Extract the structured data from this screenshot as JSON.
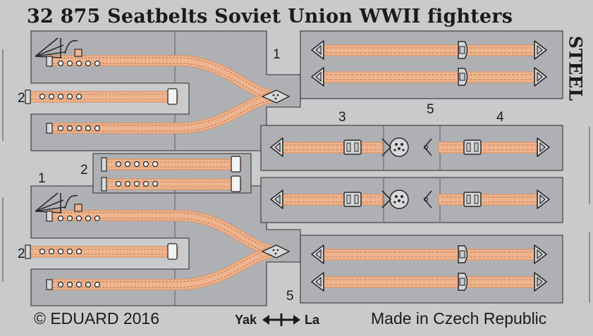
{
  "title": "32 875  Seatbelts Soviet Union WWII fighters",
  "material": "STEEL",
  "part_numbers": {
    "p1_top": "1",
    "p2_top": "2",
    "p2_mid": "2",
    "p3": "3",
    "p5_mid": "5",
    "p4": "4",
    "p1_bottom": "1",
    "p2_bottom": "2",
    "p5_bottom": "5"
  },
  "copyright": "© EDUARD 2016",
  "origin": "Made in Czech Republic",
  "compat": {
    "left": "Yak",
    "right": "La"
  },
  "colors": {
    "fret": "#c9cacc",
    "frame": "#aeb0b3",
    "strap": "#efb48e",
    "strap_edge": "#d99a72",
    "stitch": "#b4704b",
    "line": "#2a2a2a"
  }
}
